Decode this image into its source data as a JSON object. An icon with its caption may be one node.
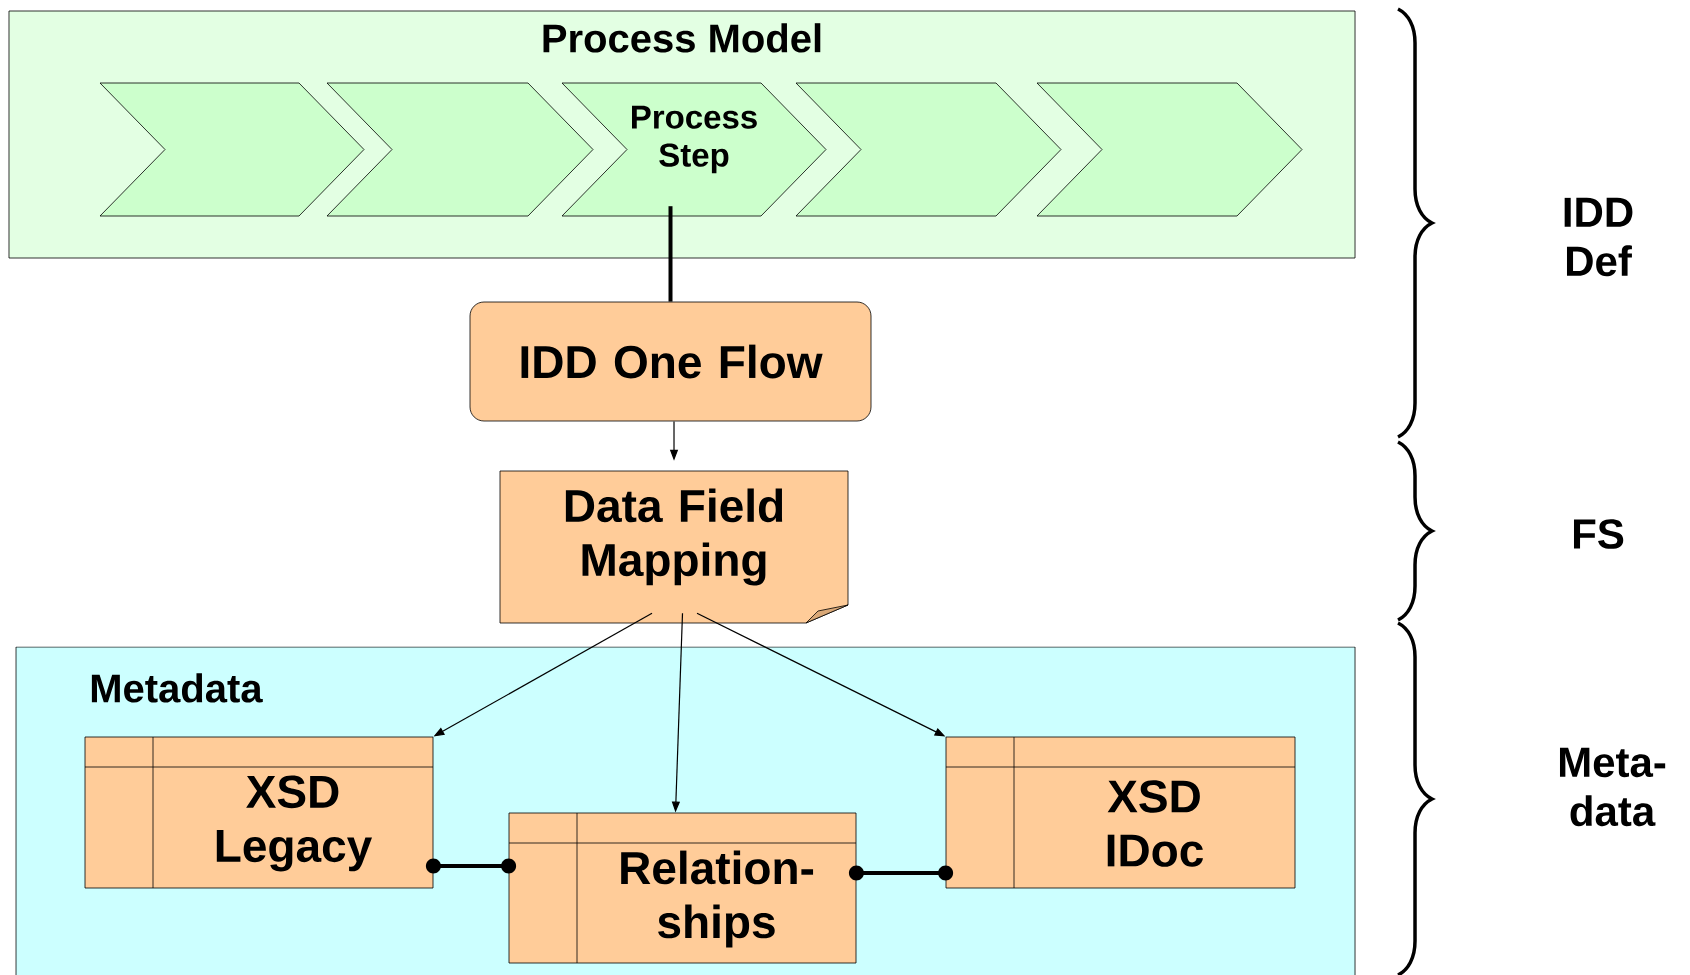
{
  "diagram": {
    "nodes": [
      {
        "text": [
          "Process Model"
        ]
      },
      {
        "text": [],
        "shape": "chevron",
        "in": 0
      },
      {
        "text": [],
        "shape": "chevron",
        "in": 0
      },
      {
        "text": [
          "Process Step"
        ],
        "in": 0
      },
      {
        "text": [],
        "shape": "chevron",
        "in": 0
      },
      {
        "text": [],
        "shape": "chevron",
        "in": 0
      },
      {
        "text": [
          "IDD One Flow"
        ]
      },
      {
        "text": [
          "Data Field Mapping"
        ]
      },
      {
        "text": [
          "Metadata"
        ]
      },
      {
        "text": [
          "XSD Legacy"
        ],
        "in": 8
      },
      {
        "text": [
          "Relation- ships"
        ],
        "in": 8
      },
      {
        "text": [
          "XSD IDoc"
        ],
        "in": 8
      }
    ],
    "edges": [
      {
        "from": 3,
        "to": 6,
        "arrow": "none",
        "style": "thick"
      },
      {
        "from": 6,
        "to": 7,
        "arrow": "to"
      },
      {
        "from": 7,
        "to": 9,
        "arrow": "to"
      },
      {
        "from": 7,
        "to": 10,
        "arrow": "to"
      },
      {
        "from": 7,
        "to": 11,
        "arrow": "to"
      },
      {
        "from": 9,
        "to": 10,
        "arrow": "other",
        "style": "thick"
      },
      {
        "from": 11,
        "to": 10,
        "arrow": "other",
        "style": "thick"
      }
    ],
    "labels": [
      "IDD Def",
      "FS",
      "Meta- data"
    ]
  }
}
